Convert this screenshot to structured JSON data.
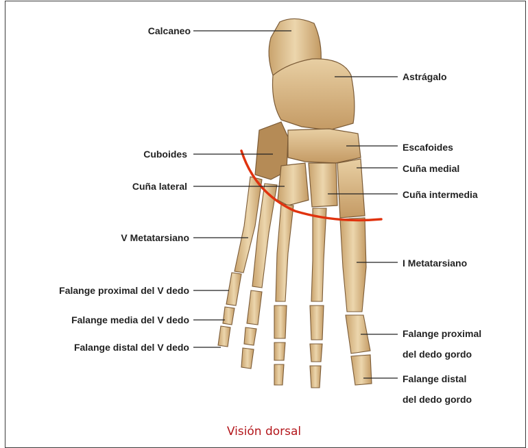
{
  "labels": {
    "calcaneo": "Calcaneo",
    "astragalo": "Astrágalo",
    "cuboides": "Cuboides",
    "escafoides": "Escafoides",
    "cuna_medial": "Cuña medial",
    "cuna_lateral": "Cuña lateral",
    "cuna_intermedia": "Cuña intermedia",
    "v_metatarsiano": "V Metatarsiano",
    "i_metatarsiano": "I Metatarsiano",
    "falange_proximal_v": "Falange proximal del V dedo",
    "falange_media_v": "Falange media del V dedo",
    "falange_distal_v": "Falange distal del V dedo",
    "falange_proximal_gordo_1": "Falange proximal",
    "falange_proximal_gordo_2": "del dedo gordo",
    "falange_distal_gordo_1": "Falange distal",
    "falange_distal_gordo_2": "del dedo gordo"
  },
  "caption": "Visión dorsal",
  "colors": {
    "bone": "#e2c9a0",
    "bone_shadow": "#b8925e",
    "bone_outline": "#7a5a36",
    "joint_line": "#e0330f",
    "caption": "#b3161b"
  }
}
